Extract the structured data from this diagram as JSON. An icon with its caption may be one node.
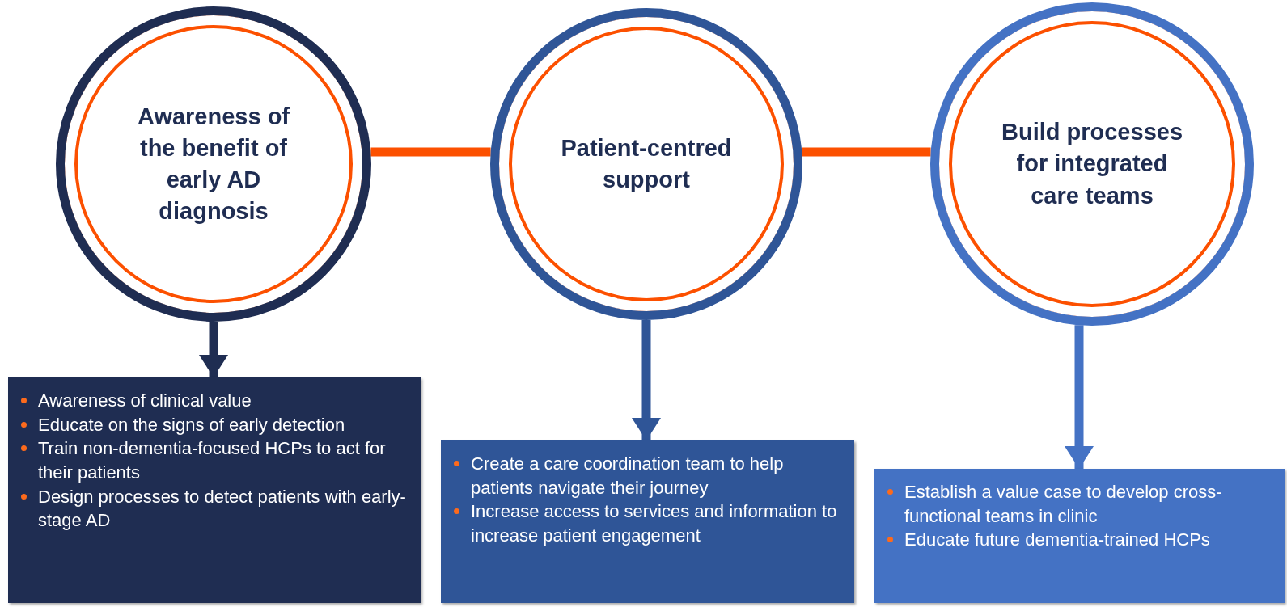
{
  "diagram": {
    "nodes": [
      {
        "text": [
          "Awareness of the benefit of early AD diagnosis"
        ]
      },
      {
        "text": [
          "Patient-centred support"
        ]
      },
      {
        "text": [
          "Build processes for integrated care teams"
        ]
      },
      {
        "text": [
          "Awareness of clinical value",
          "Educate on the signs of early detection",
          "Train non-dementia-focused HCPs to act for their patients",
          "Design processes to detect patients with early-stage AD"
        ]
      },
      {
        "text": [
          "Create a care coordination team to help patients navigate their journey",
          "Increase access to services and information to increase patient engagement"
        ]
      },
      {
        "text": [
          "Establish a value case to develop cross-functional teams in clinic",
          "Educate future dementia-trained HCPs"
        ]
      }
    ],
    "edges": [
      {
        "from": 0,
        "to": 1,
        "arrow": "none",
        "color": "#fc5000"
      },
      {
        "from": 1,
        "to": 2,
        "arrow": "none",
        "color": "#fc5000"
      },
      {
        "from": 0,
        "to": 3,
        "arrow": "to",
        "color": "#1f2d52"
      },
      {
        "from": 1,
        "to": 4,
        "arrow": "to",
        "color": "#2f5597"
      },
      {
        "from": 2,
        "to": 5,
        "arrow": "to",
        "color": "#4472c4"
      }
    ]
  }
}
